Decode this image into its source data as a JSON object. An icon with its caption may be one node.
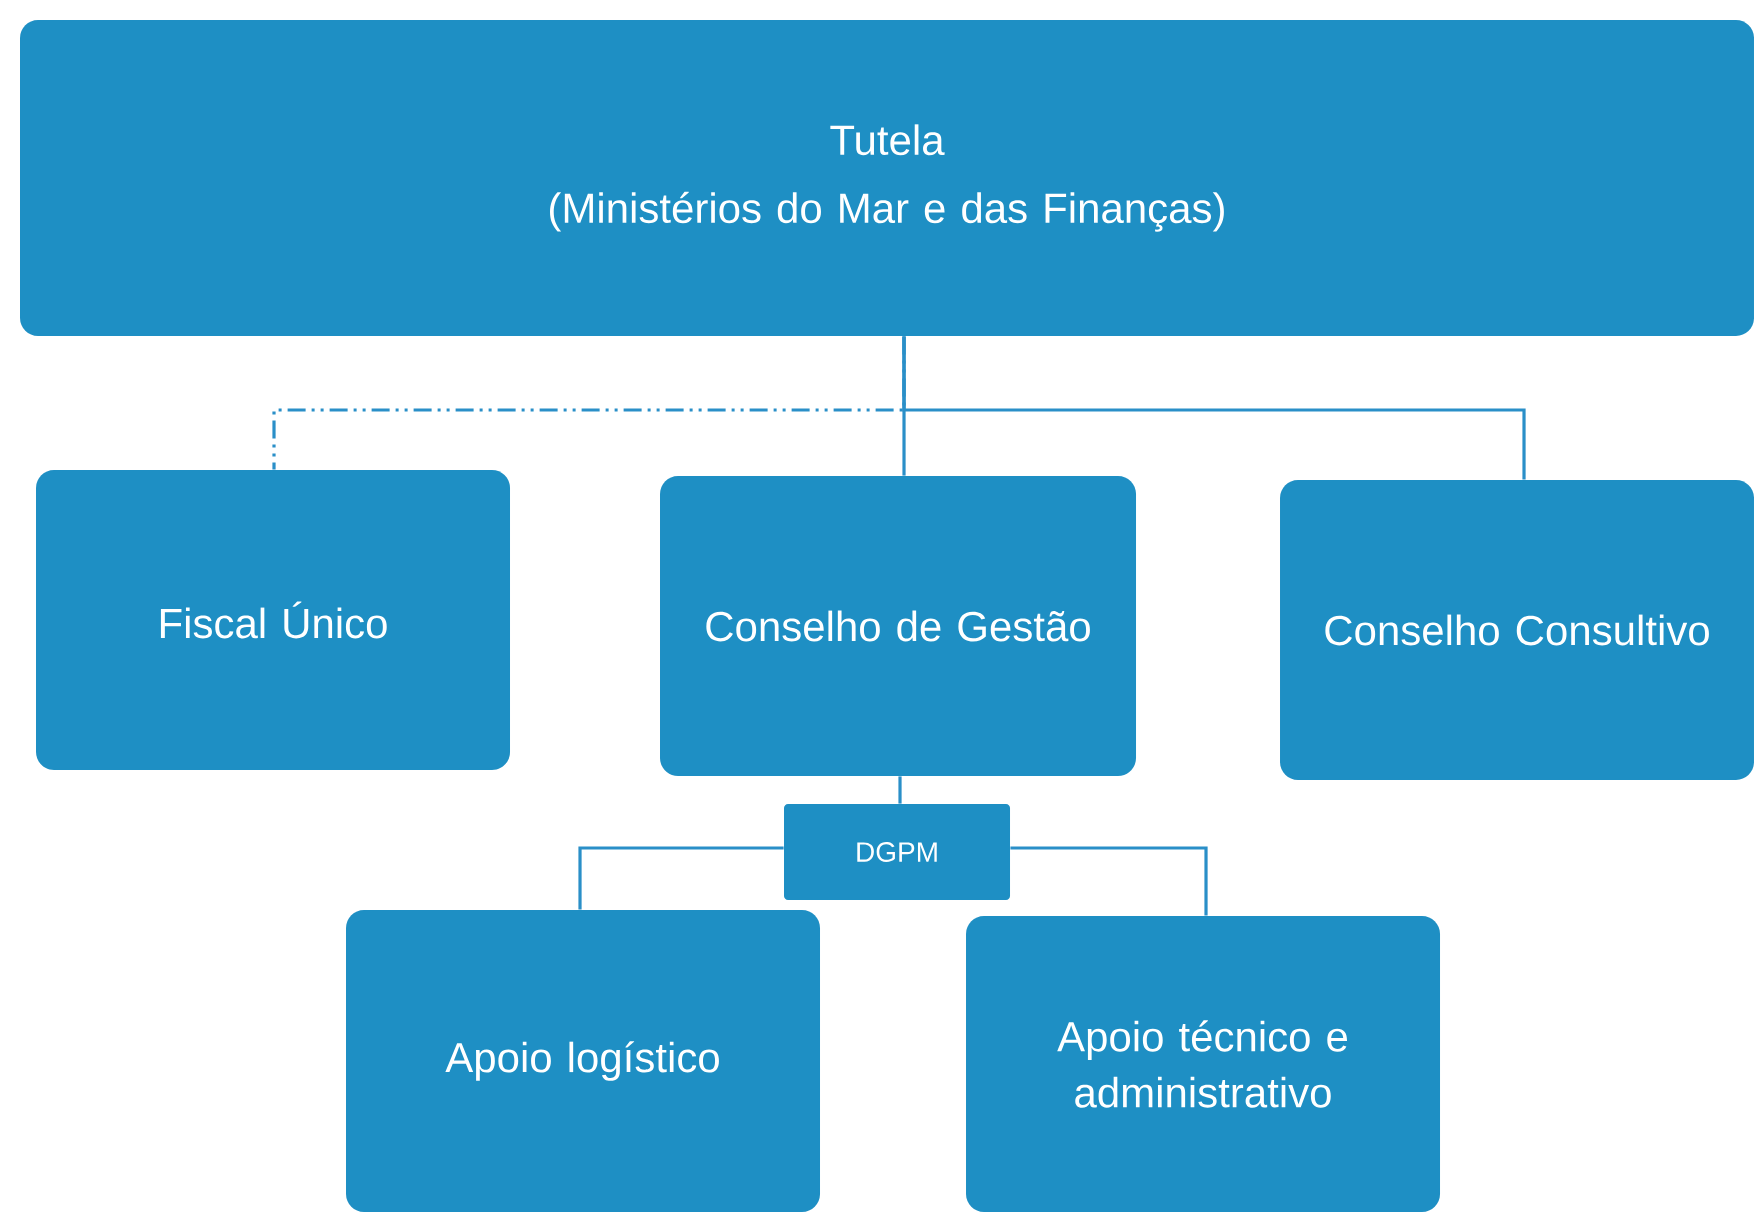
{
  "diagram": {
    "nodes": [
      {
        "text": [
          "Tutela",
          "(Ministérios do Mar e das Finanças)"
        ]
      },
      {
        "text": [
          "Fiscal Único"
        ]
      },
      {
        "text": [
          "Conselho de Gestão"
        ]
      },
      {
        "text": [
          "Conselho Consultivo"
        ]
      },
      {
        "text": [
          "DGPM"
        ]
      },
      {
        "text": [
          "Apoio logístico"
        ]
      },
      {
        "text": [
          "Apoio técnico e administrativo"
        ]
      }
    ],
    "edges": [
      {
        "from": 0,
        "to": 1,
        "arrow": "none",
        "style": "dashed"
      },
      {
        "from": 0,
        "to": 2,
        "arrow": "none"
      },
      {
        "from": 0,
        "to": 3,
        "arrow": "none"
      },
      {
        "from": 2,
        "to": 4,
        "arrow": "none"
      },
      {
        "from": 4,
        "to": 5,
        "arrow": "none"
      },
      {
        "from": 4,
        "to": 6,
        "arrow": "none"
      }
    ]
  }
}
